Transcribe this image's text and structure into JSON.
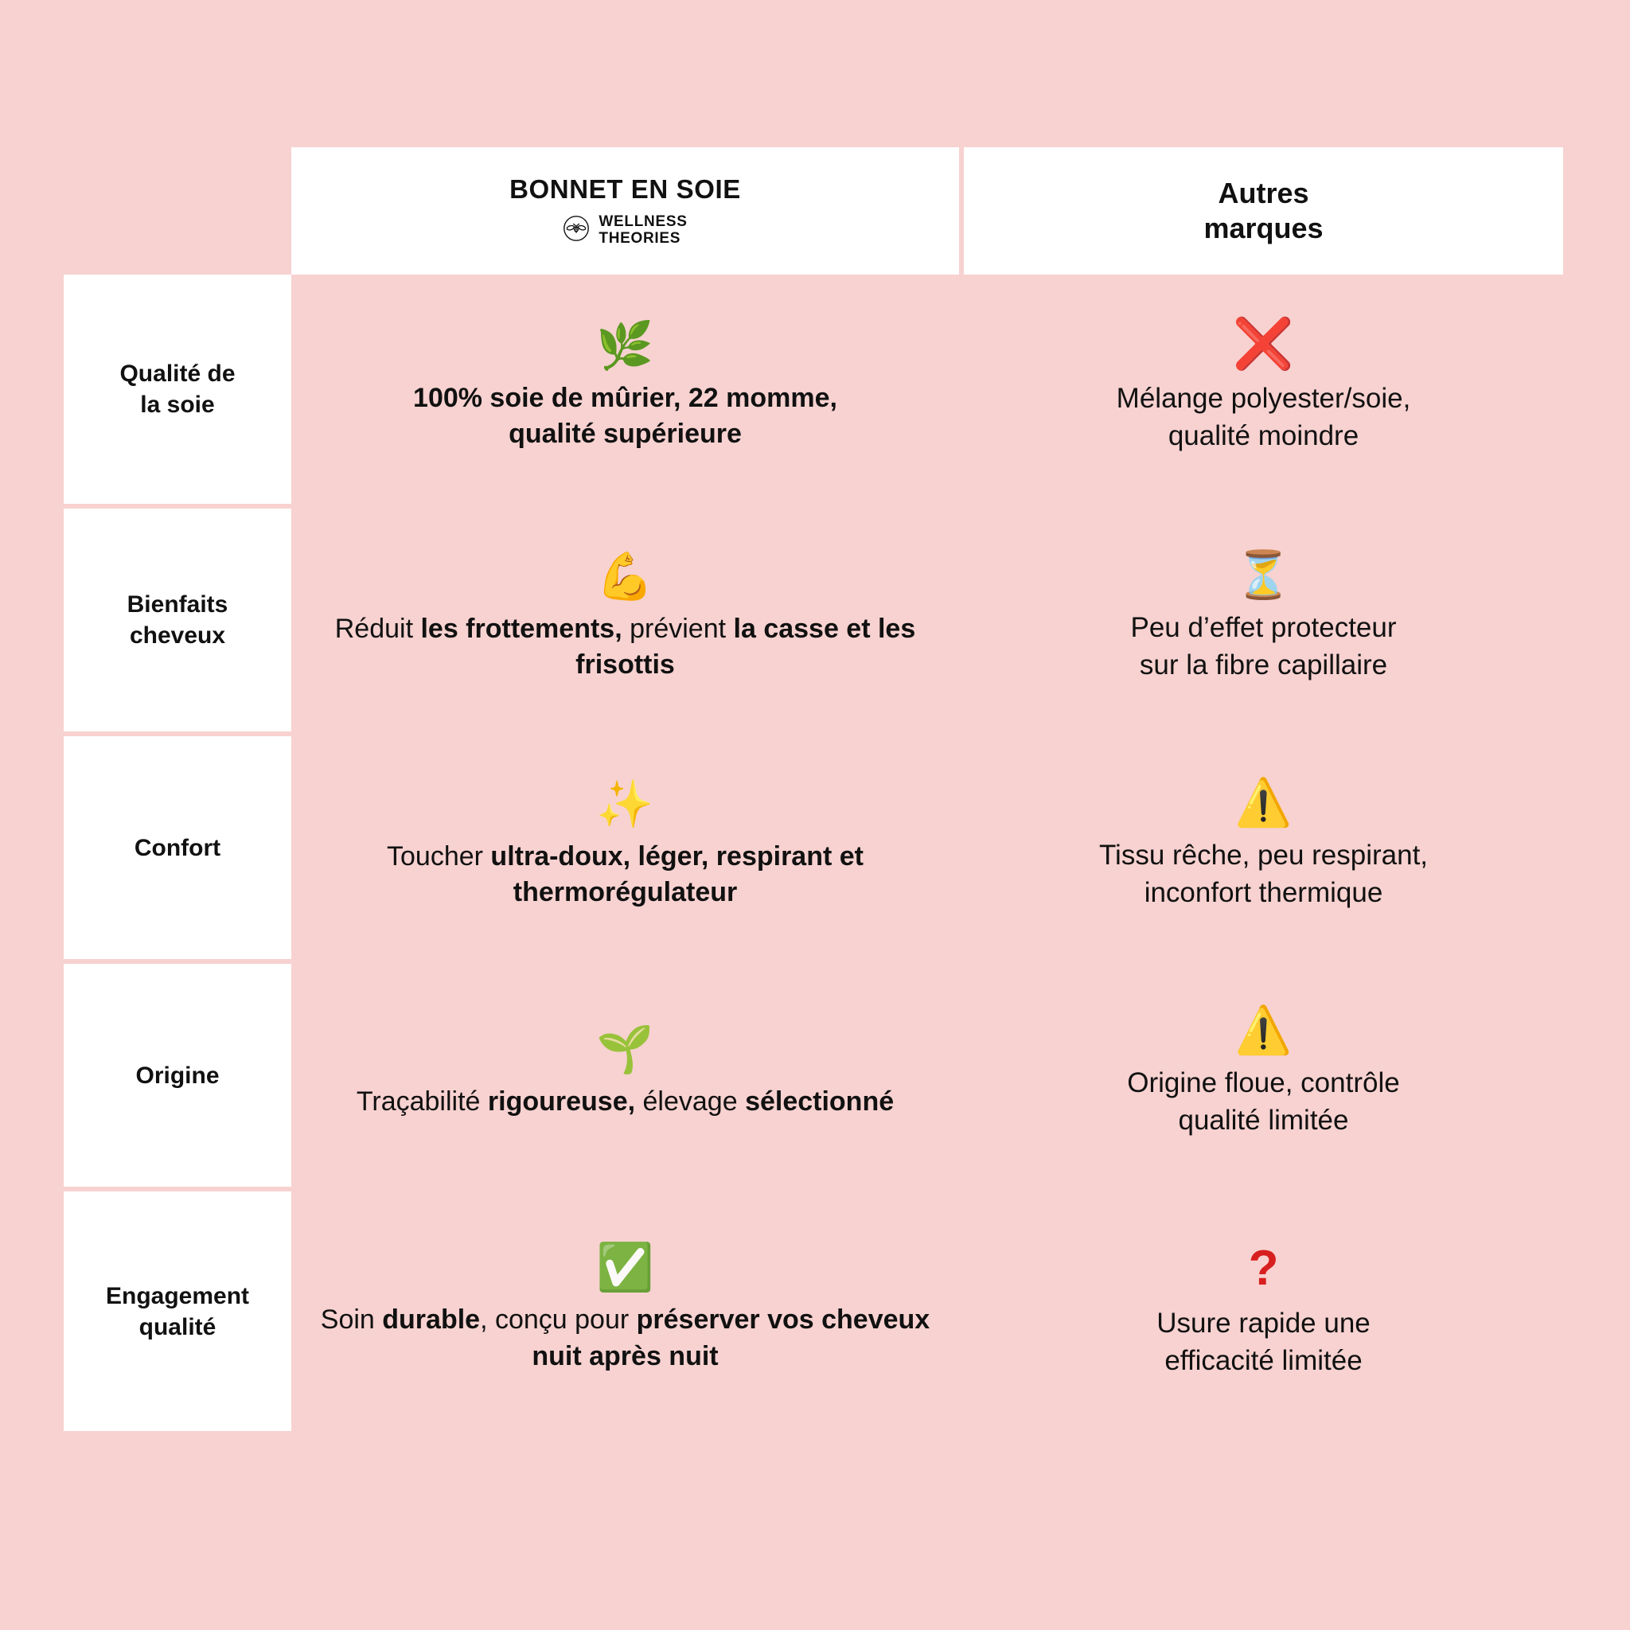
{
  "theme": {
    "background": "#f7d2d0",
    "cell_background": "#f7d2d0",
    "label_background": "#ffffff",
    "header_background": "#ffffff",
    "text_color": "#111111",
    "cross_red": "#d81f1f",
    "check_green": "#20ba3b",
    "warning_yellow": "#f7c325"
  },
  "header": {
    "product_column": {
      "title": "BONNET EN SOIE",
      "brand_line1": "WELLNESS",
      "brand_line2": "THEORIES",
      "logo_icon": "bee-logo-icon"
    },
    "other_column": {
      "title_line1": "Autres",
      "title_line2": "marques"
    }
  },
  "rows": [
    {
      "label": "Qualité de\nla soie",
      "label_line1": "Qualité de",
      "label_line2": "la soie",
      "own": {
        "icon": "herb-leaf-icon",
        "emoji": "🌿",
        "text_line1": "100% soie de mûrier, 22 momme,",
        "text_line2": "qualité supérieure",
        "bold_all": true
      },
      "other": {
        "icon": "red-cross-icon",
        "emoji": "❌",
        "text_line1": "Mélange polyester/soie,",
        "text_line2": "qualité moindre"
      }
    },
    {
      "label_line1": "Bienfaits",
      "label_line2": "cheveux",
      "own": {
        "icon": "flexed-biceps-icon",
        "emoji": "💪",
        "segments": [
          {
            "t": "Réduit ",
            "b": false
          },
          {
            "t": "les frottements,",
            "b": true
          },
          {
            "t": " prévient ",
            "b": false
          },
          {
            "t": "la casse et les frisottis",
            "b": true
          }
        ]
      },
      "other": {
        "icon": "hourglass-icon",
        "emoji": "⏳",
        "text_line1": "Peu d’effet protecteur",
        "text_line2": "sur la fibre capillaire"
      }
    },
    {
      "label_line1": "Confort",
      "label_line2": "",
      "own": {
        "icon": "sparkles-icon",
        "emoji": "✨",
        "segments": [
          {
            "t": "Toucher ",
            "b": false
          },
          {
            "t": "ultra-doux, léger, respirant et thermorégulateur",
            "b": true
          }
        ]
      },
      "other": {
        "icon": "warning-triangle-icon",
        "emoji": "⚠️",
        "text_line1": "Tissu rêche, peu respirant,",
        "text_line2": "inconfort thermique"
      }
    },
    {
      "label_line1": "Origine",
      "label_line2": "",
      "own": {
        "icon": "seedling-icon",
        "emoji": "🌱",
        "segments": [
          {
            "t": "Traçabilité ",
            "b": false
          },
          {
            "t": "rigoureuse,",
            "b": true
          },
          {
            "t": " élevage ",
            "b": false
          },
          {
            "t": "sélectionné",
            "b": true
          }
        ]
      },
      "other": {
        "icon": "warning-triangle-icon",
        "emoji": "⚠️",
        "text_line1": "Origine floue, contrôle",
        "text_line2": "qualité limitée"
      }
    },
    {
      "label_line1": "Engagement",
      "label_line2": "qualité",
      "own": {
        "icon": "green-check-icon",
        "emoji": "✅",
        "segments": [
          {
            "t": "Soin ",
            "b": false
          },
          {
            "t": "durable",
            "b": true
          },
          {
            "t": ", conçu pour ",
            "b": false
          },
          {
            "t": "préserver vos cheveux nuit après nuit",
            "b": true
          }
        ]
      },
      "other": {
        "icon": "red-question-mark-icon",
        "emoji": "?",
        "text_line1": "Usure rapide une",
        "text_line2": "efficacité limitée"
      }
    }
  ]
}
